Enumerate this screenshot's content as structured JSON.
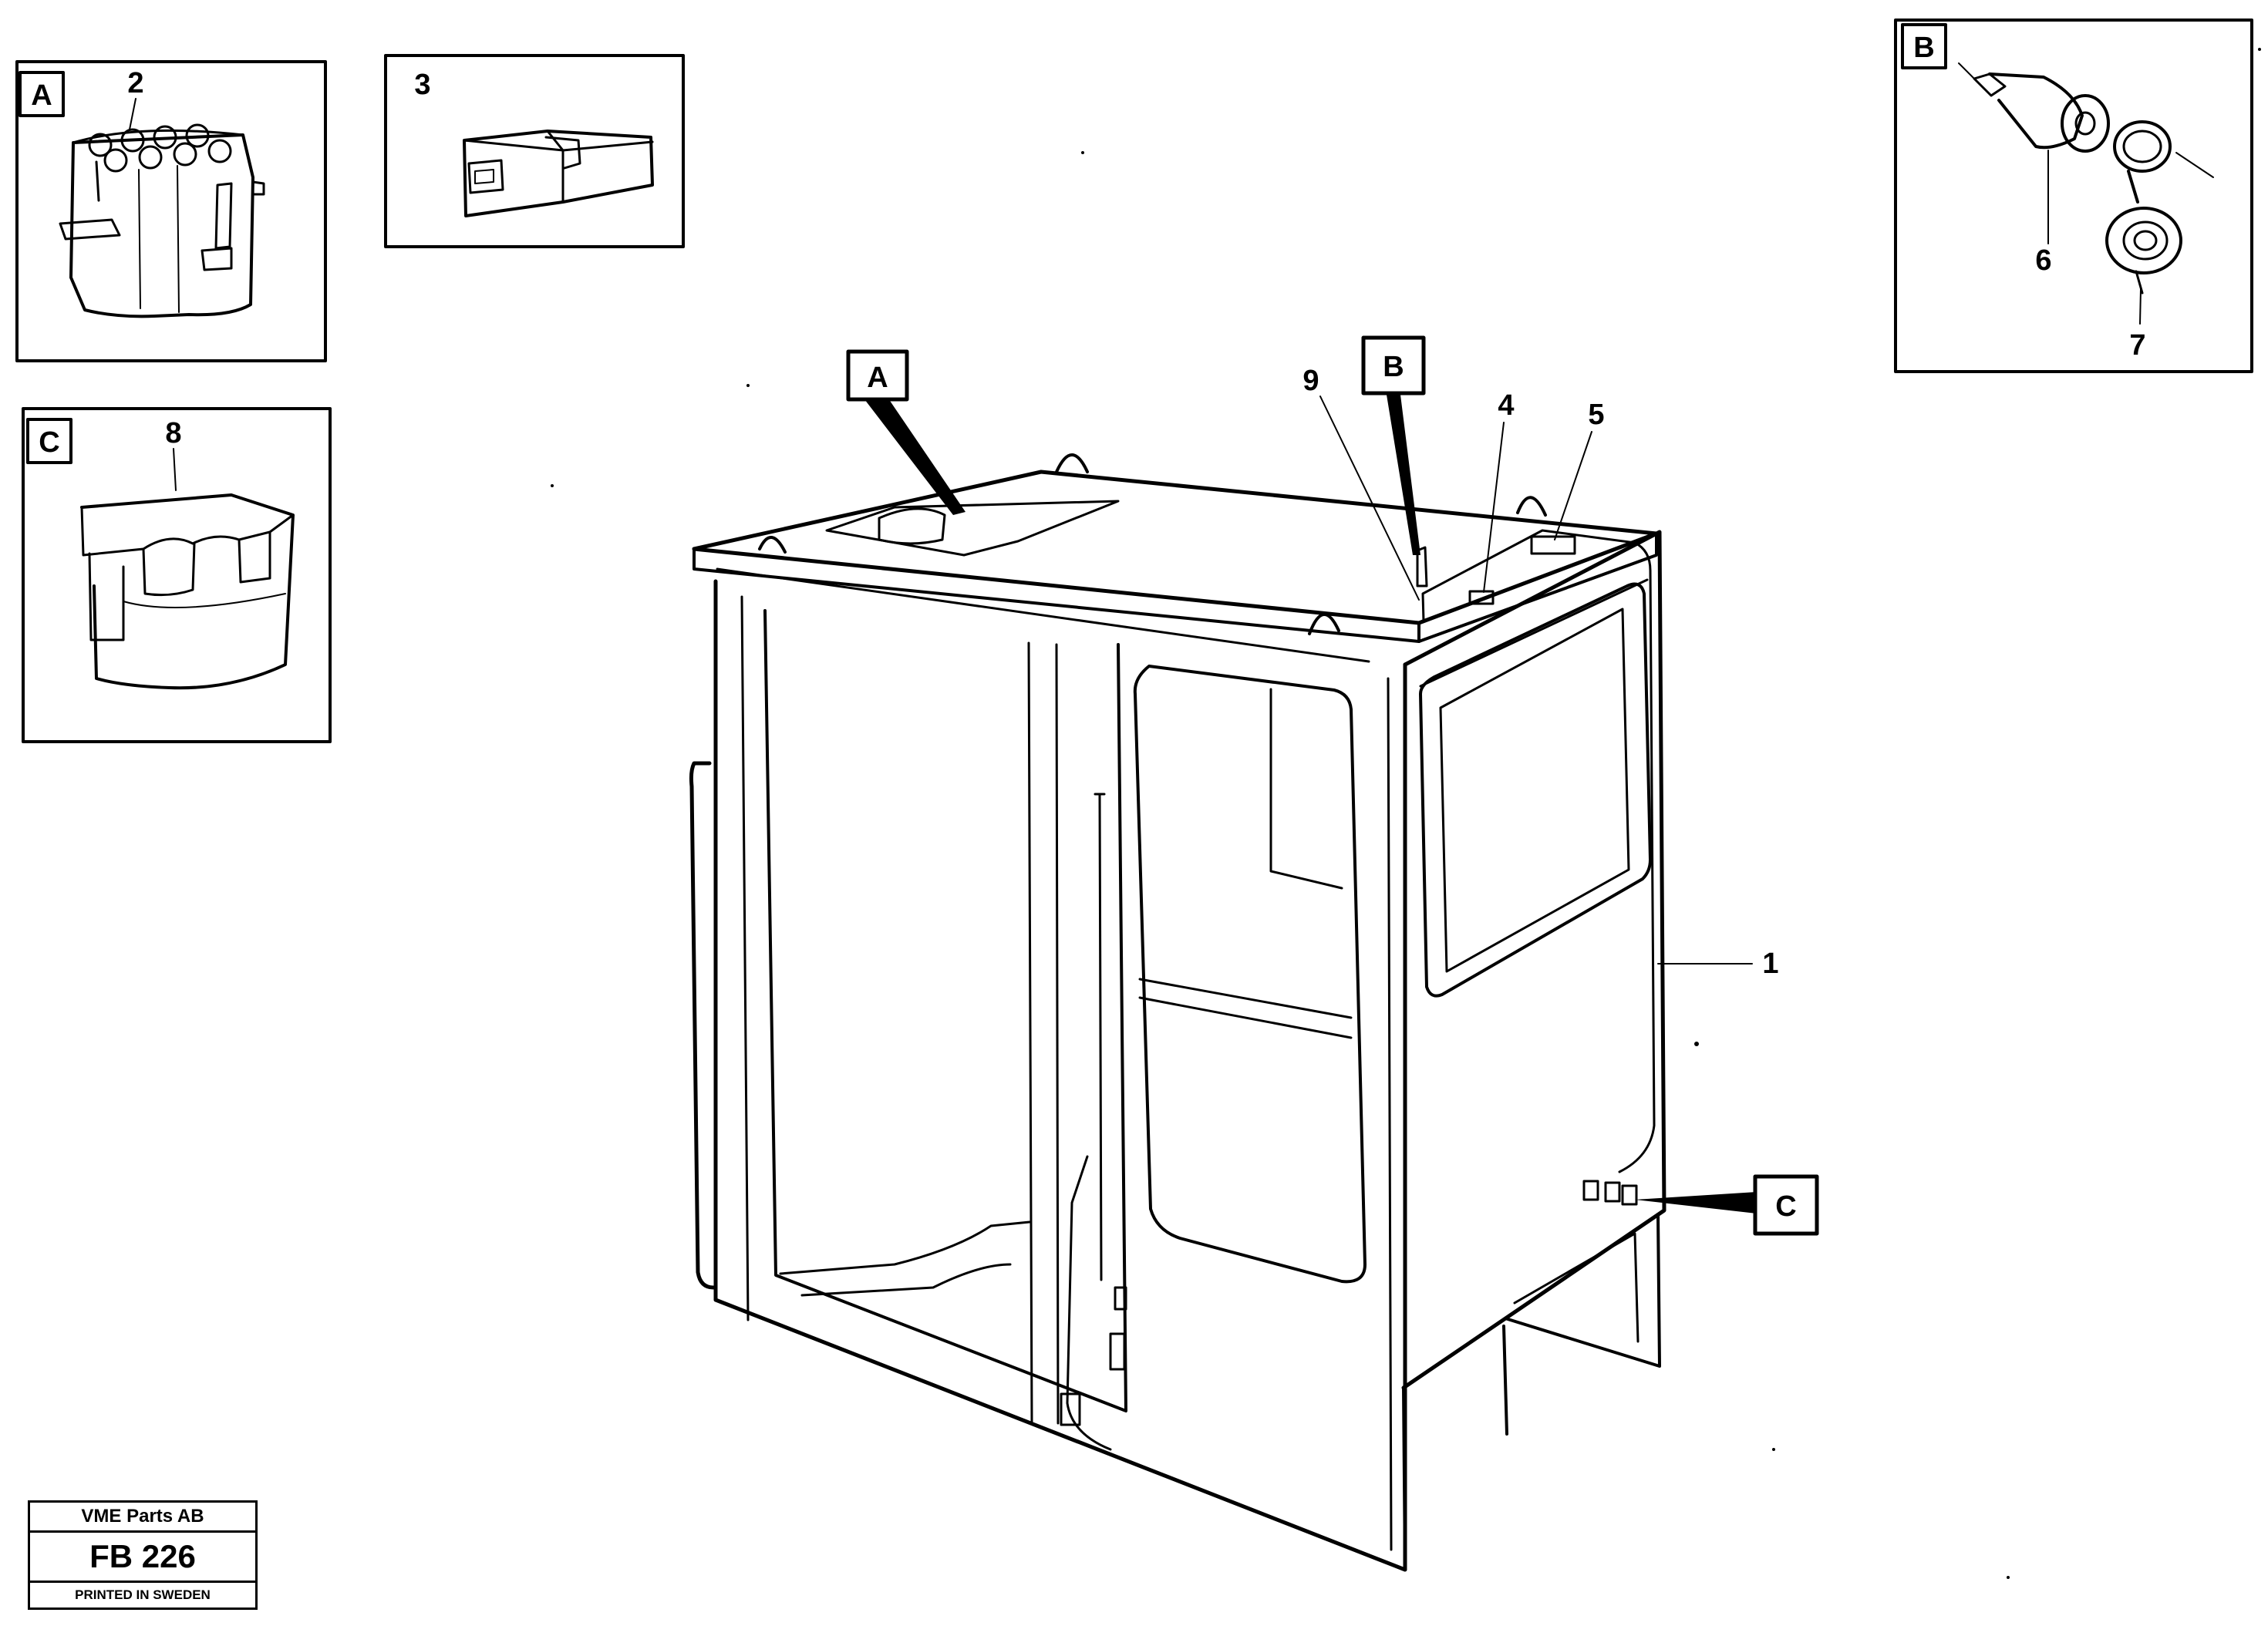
{
  "detail_views": [
    {
      "letter": "A",
      "parts": [
        "2"
      ]
    },
    {
      "letter": "C",
      "parts": [
        "8"
      ]
    },
    {
      "letter": "B",
      "parts": [
        "6",
        "7"
      ]
    }
  ],
  "part_callouts": [
    "1",
    "2",
    "3",
    "4",
    "5",
    "6",
    "7",
    "8",
    "9"
  ],
  "view_callouts": [
    "A",
    "B",
    "C"
  ],
  "title_block": {
    "company": "VME Parts AB",
    "code": "FB 226",
    "note": "PRINTED IN SWEDEN"
  }
}
